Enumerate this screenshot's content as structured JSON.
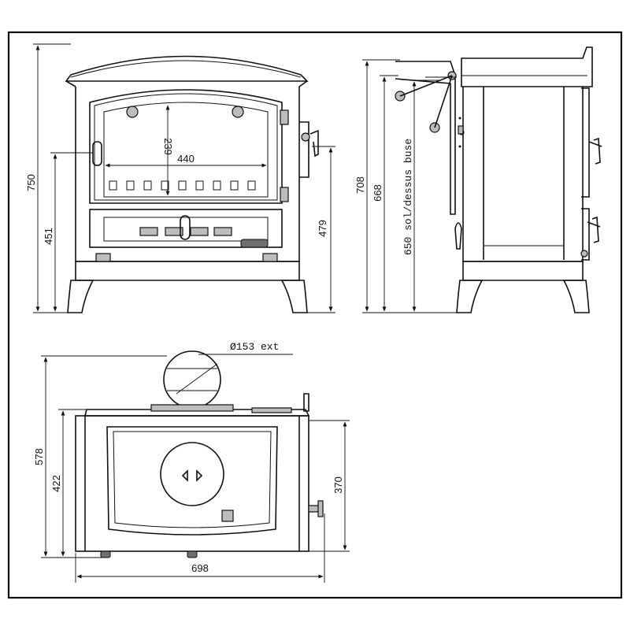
{
  "dimensions": {
    "front_height_total": "750",
    "front_door_bottom_height": "451",
    "front_glass_height": "239",
    "front_glass_width": "440",
    "front_right_height": "479",
    "side_total_height": "708",
    "side_top_height": "668",
    "side_flue_height": "650 sol/dessus buse",
    "top_flue_diameter": "Ø153 ext",
    "top_depth_total": "578",
    "top_depth_body": "422",
    "top_depth_right": "370",
    "top_width": "698"
  }
}
